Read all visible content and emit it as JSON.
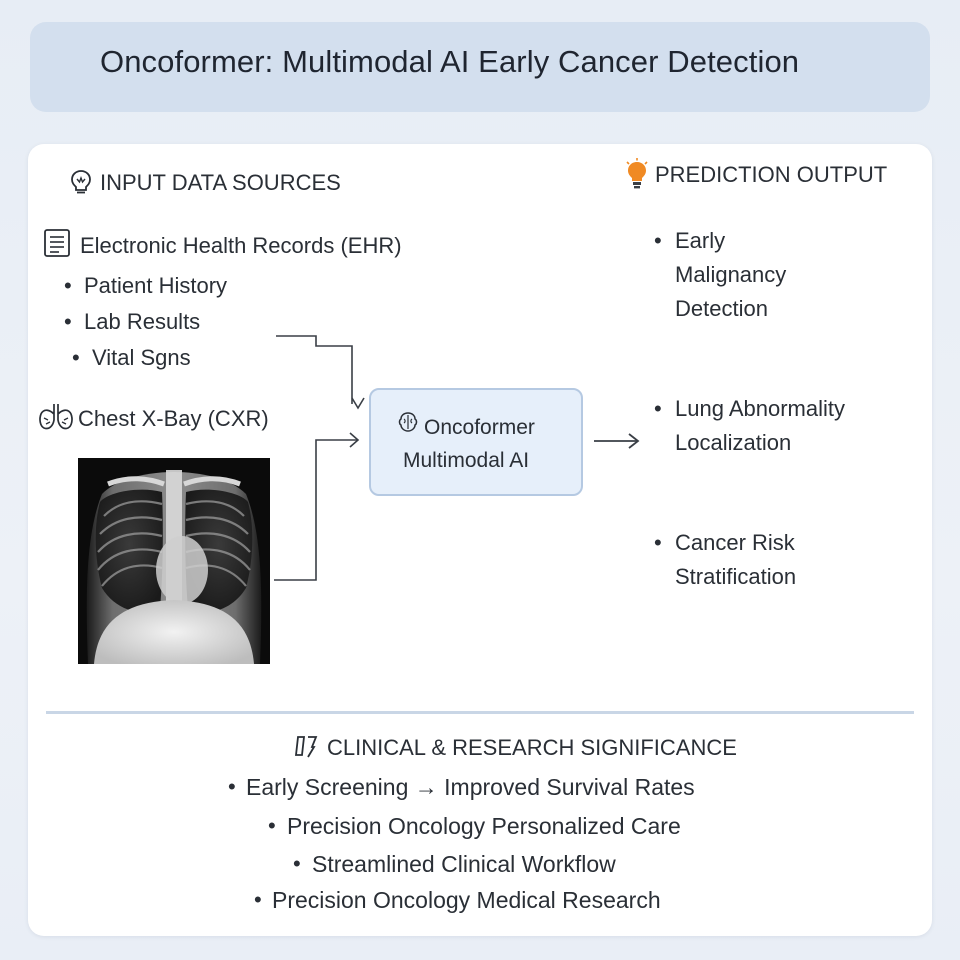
{
  "title": "Oncoformer: Multimodal AI Early Cancer Detection",
  "inputs": {
    "heading": "INPUT DATA SOURCES",
    "ehr": {
      "label": "Electronic Health Records (EHR)",
      "items": [
        "Patient History",
        "Lab Results",
        "Vital Sgns"
      ]
    },
    "cxr": {
      "label": "Chest X-Bay (CXR)"
    }
  },
  "model": {
    "line1": "Oncoformer",
    "line2": "Multimodal AI"
  },
  "outputs": {
    "heading": "PREDICTION OUTPUT",
    "items": [
      [
        "Early",
        "Malignancy",
        "Detection"
      ],
      [
        "Lung Abnormality",
        "Localization"
      ],
      [
        "Cancer Risk",
        "Stratification"
      ]
    ]
  },
  "significance": {
    "heading": "CLINICAL & RESEARCH SIGNIFICANCE",
    "items": [
      "Early Screening → Improved Survival Rates",
      "Precision  Oncology Personalized Care",
      "Streamlined Clinical Workflow",
      "Precision Oncology Medical Research"
    ]
  },
  "icons": {
    "inputs_heading": "lightbulb-icon",
    "outputs_heading": "lightbulb-icon",
    "ehr": "document-icon",
    "cxr": "lungs-icon",
    "model": "brain-icon",
    "significance": "research-icon"
  },
  "colors": {
    "title_bar": "#d3dfee",
    "node_fill": "#e6effa",
    "node_border": "#b5c9e2",
    "output_icon": "#f08a24",
    "divider": "#c9d6e6"
  }
}
